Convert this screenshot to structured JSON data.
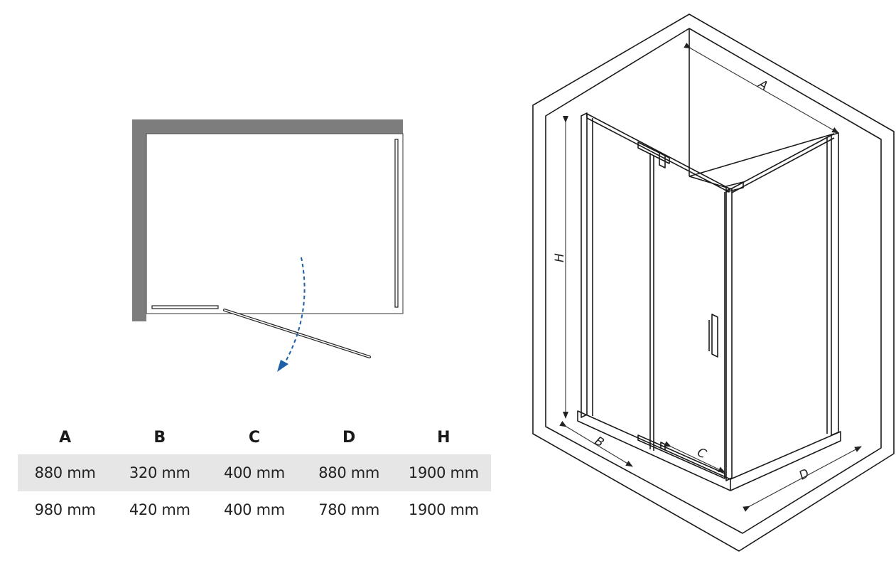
{
  "table": {
    "headers": [
      "A",
      "B",
      "C",
      "D",
      "H"
    ],
    "rows": [
      [
        "880 mm",
        "320 mm",
        "400 mm",
        "880 mm",
        "1900 mm"
      ],
      [
        "980 mm",
        "420 mm",
        "400 mm",
        "780 mm",
        "1900 mm"
      ]
    ]
  },
  "iso_labels": {
    "a": "A",
    "b": "B",
    "c": "C",
    "d": "D",
    "h": "H"
  },
  "colors": {
    "wall": "#7d7d7d",
    "arrow": "#1f5fa8",
    "line": "#1a1a1a",
    "row_shade": "#e6e6e6"
  }
}
